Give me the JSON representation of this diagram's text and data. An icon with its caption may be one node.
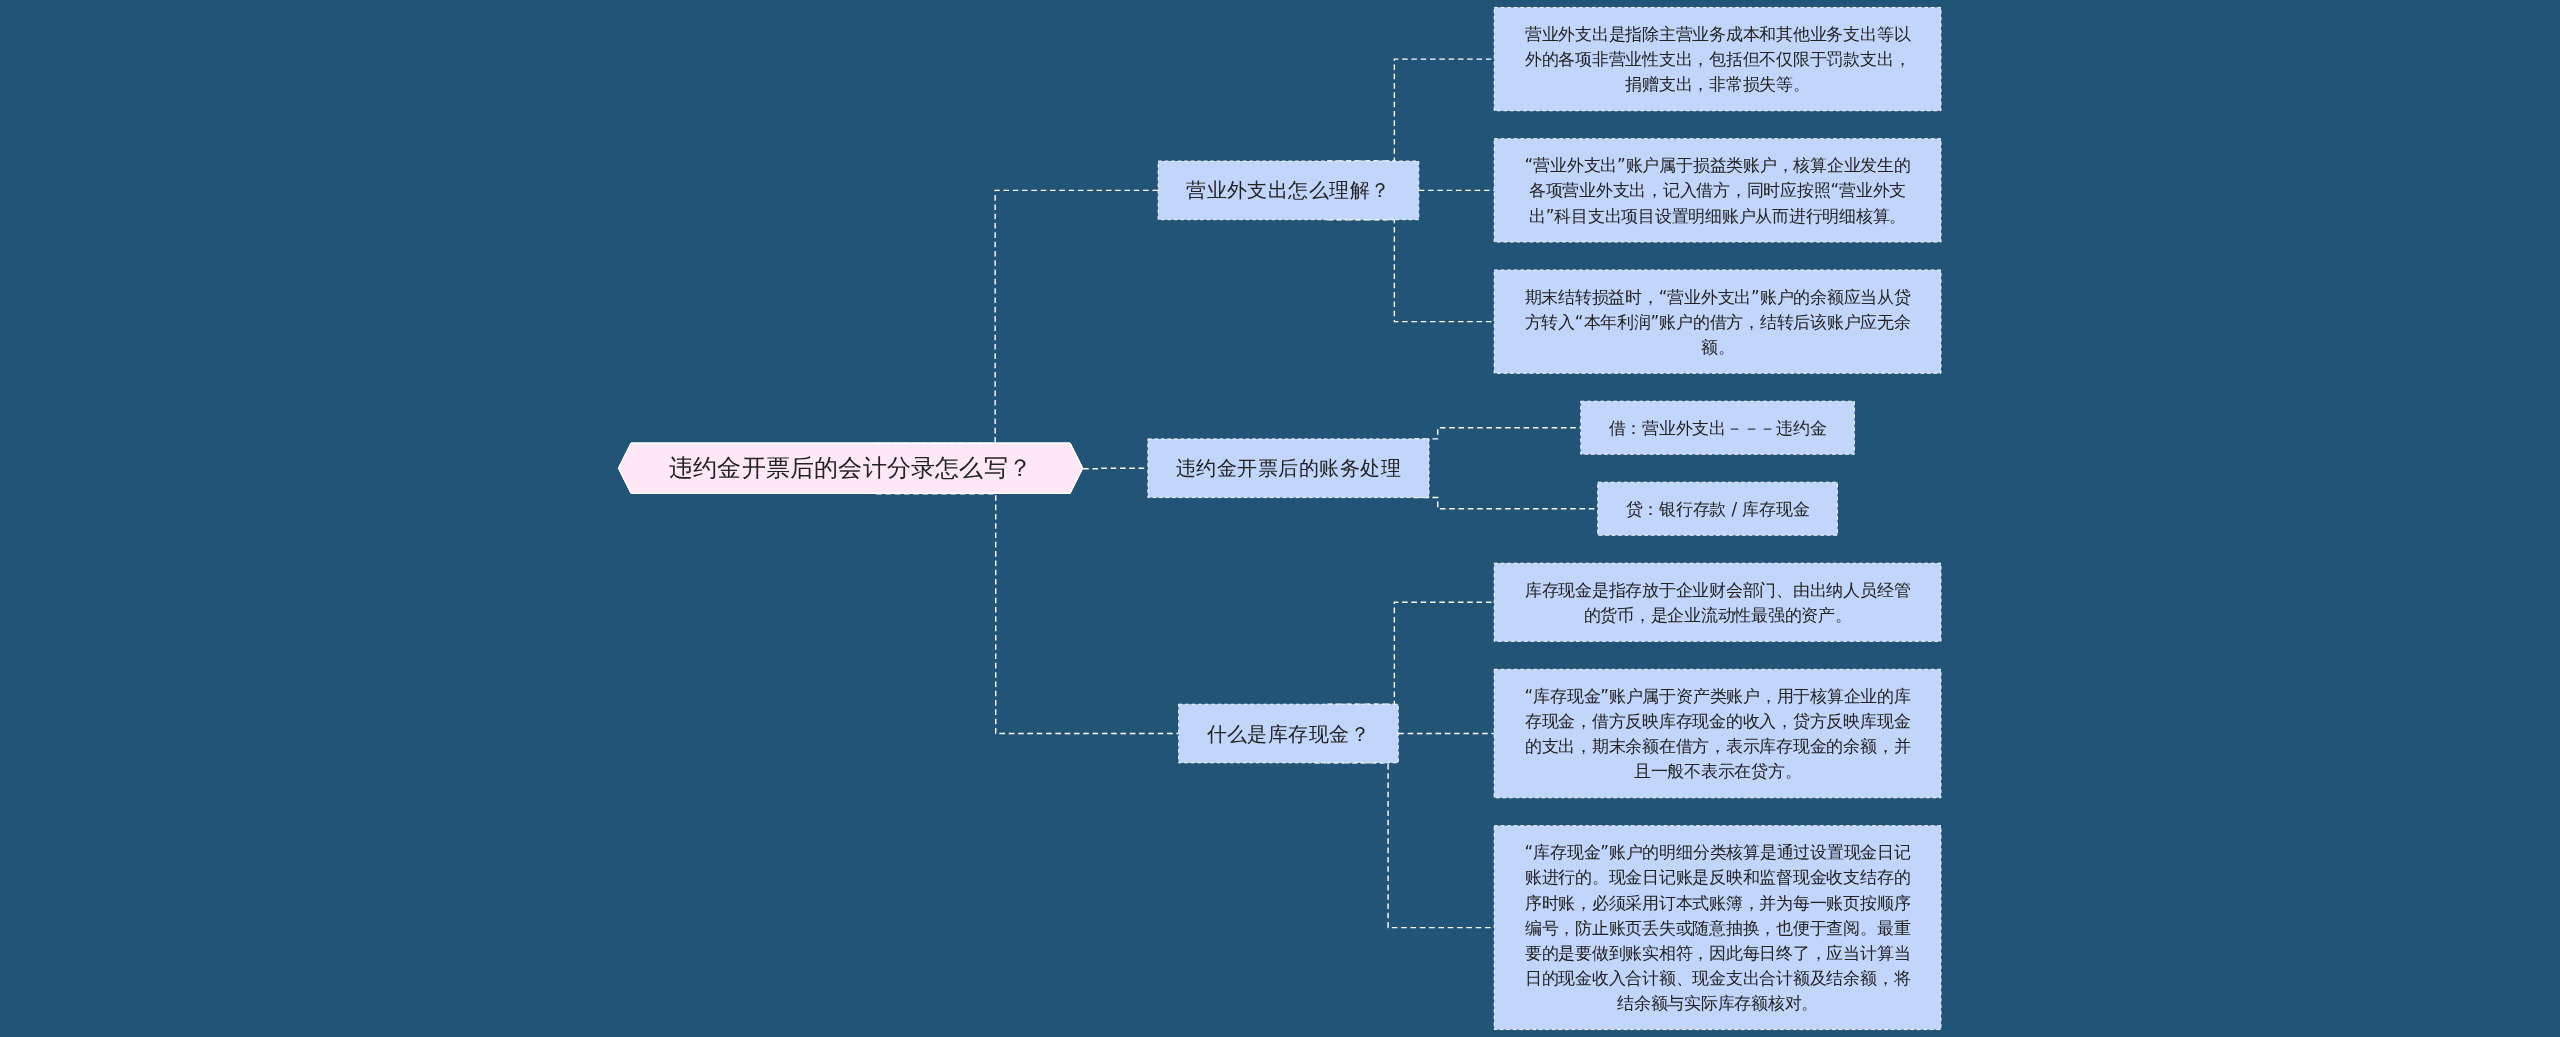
{
  "diagram": {
    "nodes": [
      {
        "text": [
          "违约金开票后的会计分录怎么写？"
        ]
      },
      {
        "text": [
          "营业外支出怎么理解？"
        ]
      },
      {
        "text": [
          "营业外支出是指除主营业务成本和其他业务支出等以外的各项非营业性支出，包括但不仅限于罚款支出，捐赠支出，非常损失等。"
        ]
      },
      {
        "text": [
          "“营业外支出”账户属于损益类账户，核算企业发生的各项营业外支出，记入借方，同时应按照“营业外支出”科目支出项目设置明细账户从而进行明细核算。"
        ]
      },
      {
        "text": [
          "期末结转损益时，“营业外支出”账户的余额应当从贷方转入“本年利润”账户的借方，结转后该账户应无余额。"
        ]
      },
      {
        "text": [
          "违约金开票后的账务处理"
        ]
      },
      {
        "text": [
          "借：营业外支出－－－违约金"
        ]
      },
      {
        "text": [
          "贷：银行存款 / 库存现金"
        ]
      },
      {
        "text": [
          "什么是库存现金？"
        ]
      },
      {
        "text": [
          "库存现金是指存放于企业财会部门、由出纳人员经管的货币，是企业流动性最强的资产。"
        ]
      },
      {
        "text": [
          "“库存现金”账户属于资产类账户，用于核算企业的库存现金，借方反映库存现金的收入，贷方反映库现金的支出，期末余额在借方，表示库存现金的余额，并且一般不表示在贷方。"
        ]
      },
      {
        "text": [
          "“库存现金”账户的明细分类核算是通过设置现金日记账进行的。现金日记账是反映和监督现金收支结存的序时账，必须采用订本式账簿，并为每一账页按顺序编号，防止账页丢失或随意抽换，也便于查阅。最重要的是要做到账实相符，因此每日终了，应当计算当日的现金收入合计额、现金支出合计额及结余额，将结余额与实际库存额核对。"
        ]
      }
    ],
    "edges": [
      {
        "from": 0,
        "to": 1,
        "arrow": "none",
        "style": "dashed"
      },
      {
        "from": 1,
        "to": 2,
        "arrow": "none",
        "style": "dashed"
      },
      {
        "from": 1,
        "to": 3,
        "arrow": "none",
        "style": "dashed"
      },
      {
        "from": 1,
        "to": 4,
        "arrow": "none",
        "style": "dashed"
      },
      {
        "from": 0,
        "to": 5,
        "arrow": "none",
        "style": "dashed"
      },
      {
        "from": 5,
        "to": 6,
        "arrow": "none",
        "style": "dashed"
      },
      {
        "from": 5,
        "to": 7,
        "arrow": "none",
        "style": "dashed"
      },
      {
        "from": 0,
        "to": 8,
        "arrow": "none",
        "style": "dashed"
      },
      {
        "from": 8,
        "to": 9,
        "arrow": "none",
        "style": "dashed"
      },
      {
        "from": 8,
        "to": 10,
        "arrow": "none",
        "style": "dashed"
      },
      {
        "from": 8,
        "to": 11,
        "arrow": "none",
        "style": "dashed"
      }
    ]
  }
}
